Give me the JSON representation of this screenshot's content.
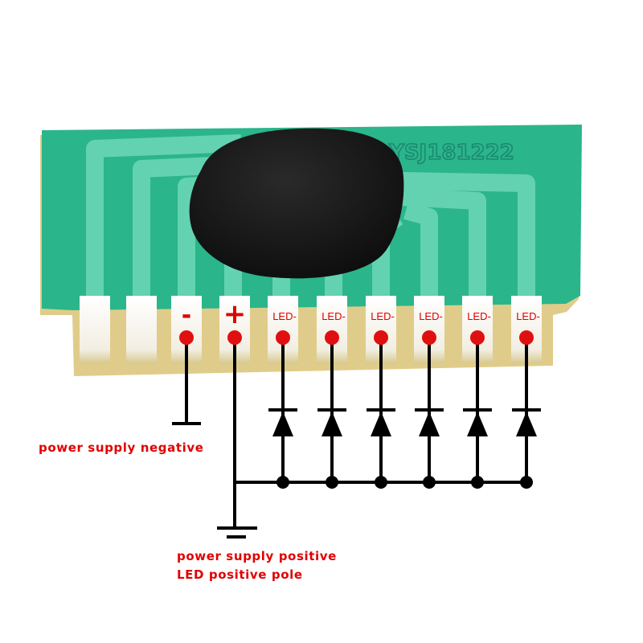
{
  "board": {
    "marking": "YSJ181222",
    "pins": [
      {
        "label": ""
      },
      {
        "label": ""
      },
      {
        "label": "-"
      },
      {
        "label": "+"
      },
      {
        "label": "LED-"
      },
      {
        "label": "LED-"
      },
      {
        "label": "LED-"
      },
      {
        "label": "LED-"
      },
      {
        "label": "LED-"
      },
      {
        "label": "LED-"
      }
    ]
  },
  "captions": {
    "negative": "power supply negative",
    "positive_line1": "power supply positive",
    "positive_line2": "LED positive pole"
  },
  "colors": {
    "pcb": "#2bb58a",
    "trace": "#63d2b0",
    "pad": "#f4f1e6",
    "substrate": "#e3cf8e",
    "blob": "#161616",
    "wire": "#000000",
    "dot": "#e01010",
    "label": "#e00000"
  }
}
